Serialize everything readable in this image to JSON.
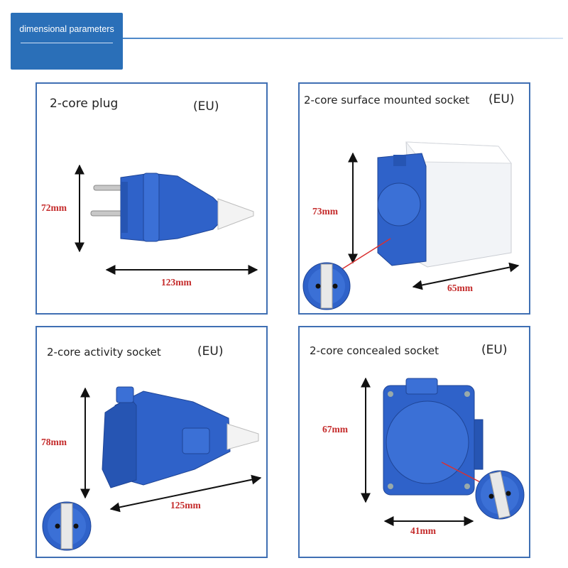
{
  "header": {
    "title": "dimensional parameters"
  },
  "panels": [
    {
      "title": "2-core plug",
      "region": "(EU)",
      "height": "72mm",
      "width": "123mm"
    },
    {
      "title": "2-core surface mounted socket",
      "region": "(EU)",
      "height": "73mm",
      "width": "65mm"
    },
    {
      "title": "2-core activity socket",
      "region": "(EU)",
      "height": "78mm",
      "width": "125mm"
    },
    {
      "title": "2-core concealed socket",
      "region": "(EU)",
      "height": "67mm",
      "width": "41mm"
    }
  ],
  "colors": {
    "accent": "#2a6fb8",
    "product_blue": "#2f62c9",
    "dimension_text": "#c42a2a",
    "panel_border": "#3f6fb3"
  }
}
